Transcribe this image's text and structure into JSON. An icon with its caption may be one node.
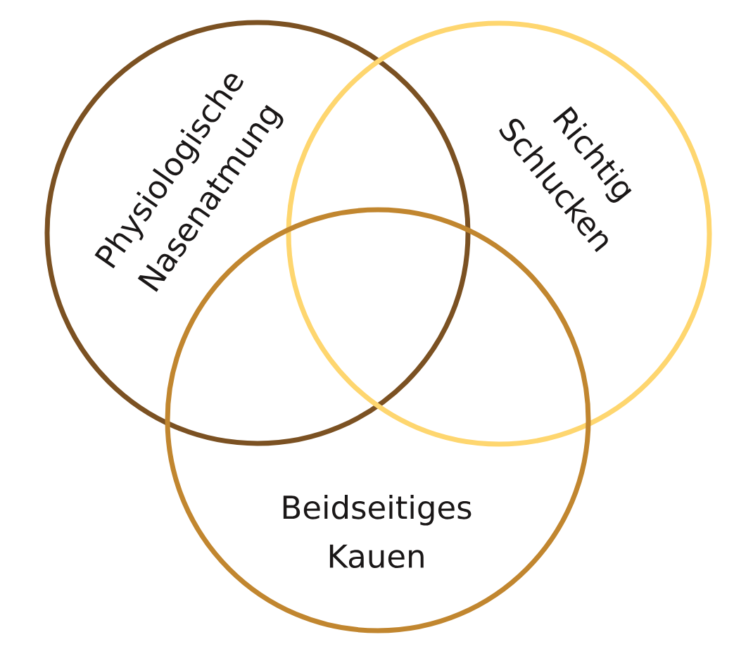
{
  "diagram": {
    "nodes": [
      {
        "text": [
          "Physiologische Nasenatmung"
        ]
      },
      {
        "text": [
          "Richtig Schlucken"
        ]
      },
      {
        "text": [
          "Beidseitiges Kauen"
        ]
      }
    ]
  }
}
